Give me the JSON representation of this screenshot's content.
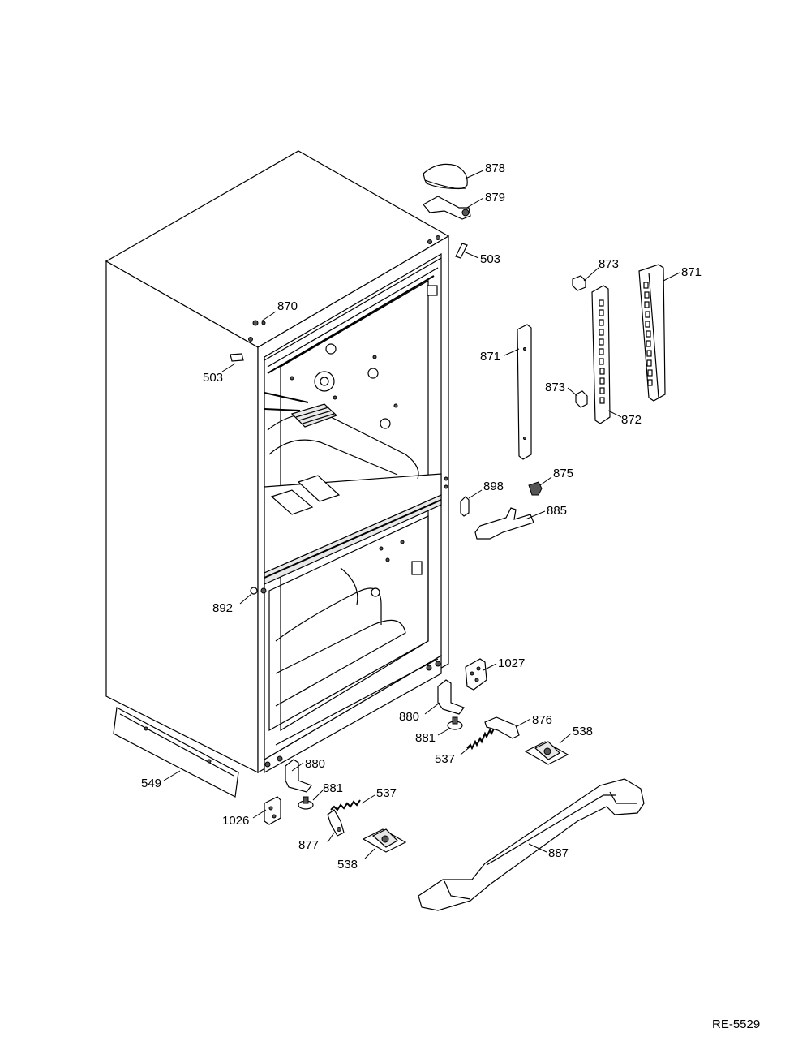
{
  "diagram": {
    "callouts": [
      {
        "id": "878",
        "label": "878"
      },
      {
        "id": "879",
        "label": "879"
      },
      {
        "id": "503a",
        "label": "503"
      },
      {
        "id": "873a",
        "label": "873"
      },
      {
        "id": "871a",
        "label": "871"
      },
      {
        "id": "870",
        "label": "870"
      },
      {
        "id": "503b",
        "label": "503"
      },
      {
        "id": "871b",
        "label": "871"
      },
      {
        "id": "873b",
        "label": "873"
      },
      {
        "id": "872",
        "label": "872"
      },
      {
        "id": "875",
        "label": "875"
      },
      {
        "id": "898",
        "label": "898"
      },
      {
        "id": "885",
        "label": "885"
      },
      {
        "id": "892",
        "label": "892"
      },
      {
        "id": "1027",
        "label": "1027"
      },
      {
        "id": "880a",
        "label": "880"
      },
      {
        "id": "876",
        "label": "876"
      },
      {
        "id": "881a",
        "label": "881"
      },
      {
        "id": "538a",
        "label": "538"
      },
      {
        "id": "537a",
        "label": "537"
      },
      {
        "id": "880b",
        "label": "880"
      },
      {
        "id": "549",
        "label": "549"
      },
      {
        "id": "881b",
        "label": "881"
      },
      {
        "id": "537b",
        "label": "537"
      },
      {
        "id": "1026",
        "label": "1026"
      },
      {
        "id": "877",
        "label": "877"
      },
      {
        "id": "887",
        "label": "887"
      },
      {
        "id": "538b",
        "label": "538"
      }
    ],
    "reference_code": "RE-5529"
  }
}
